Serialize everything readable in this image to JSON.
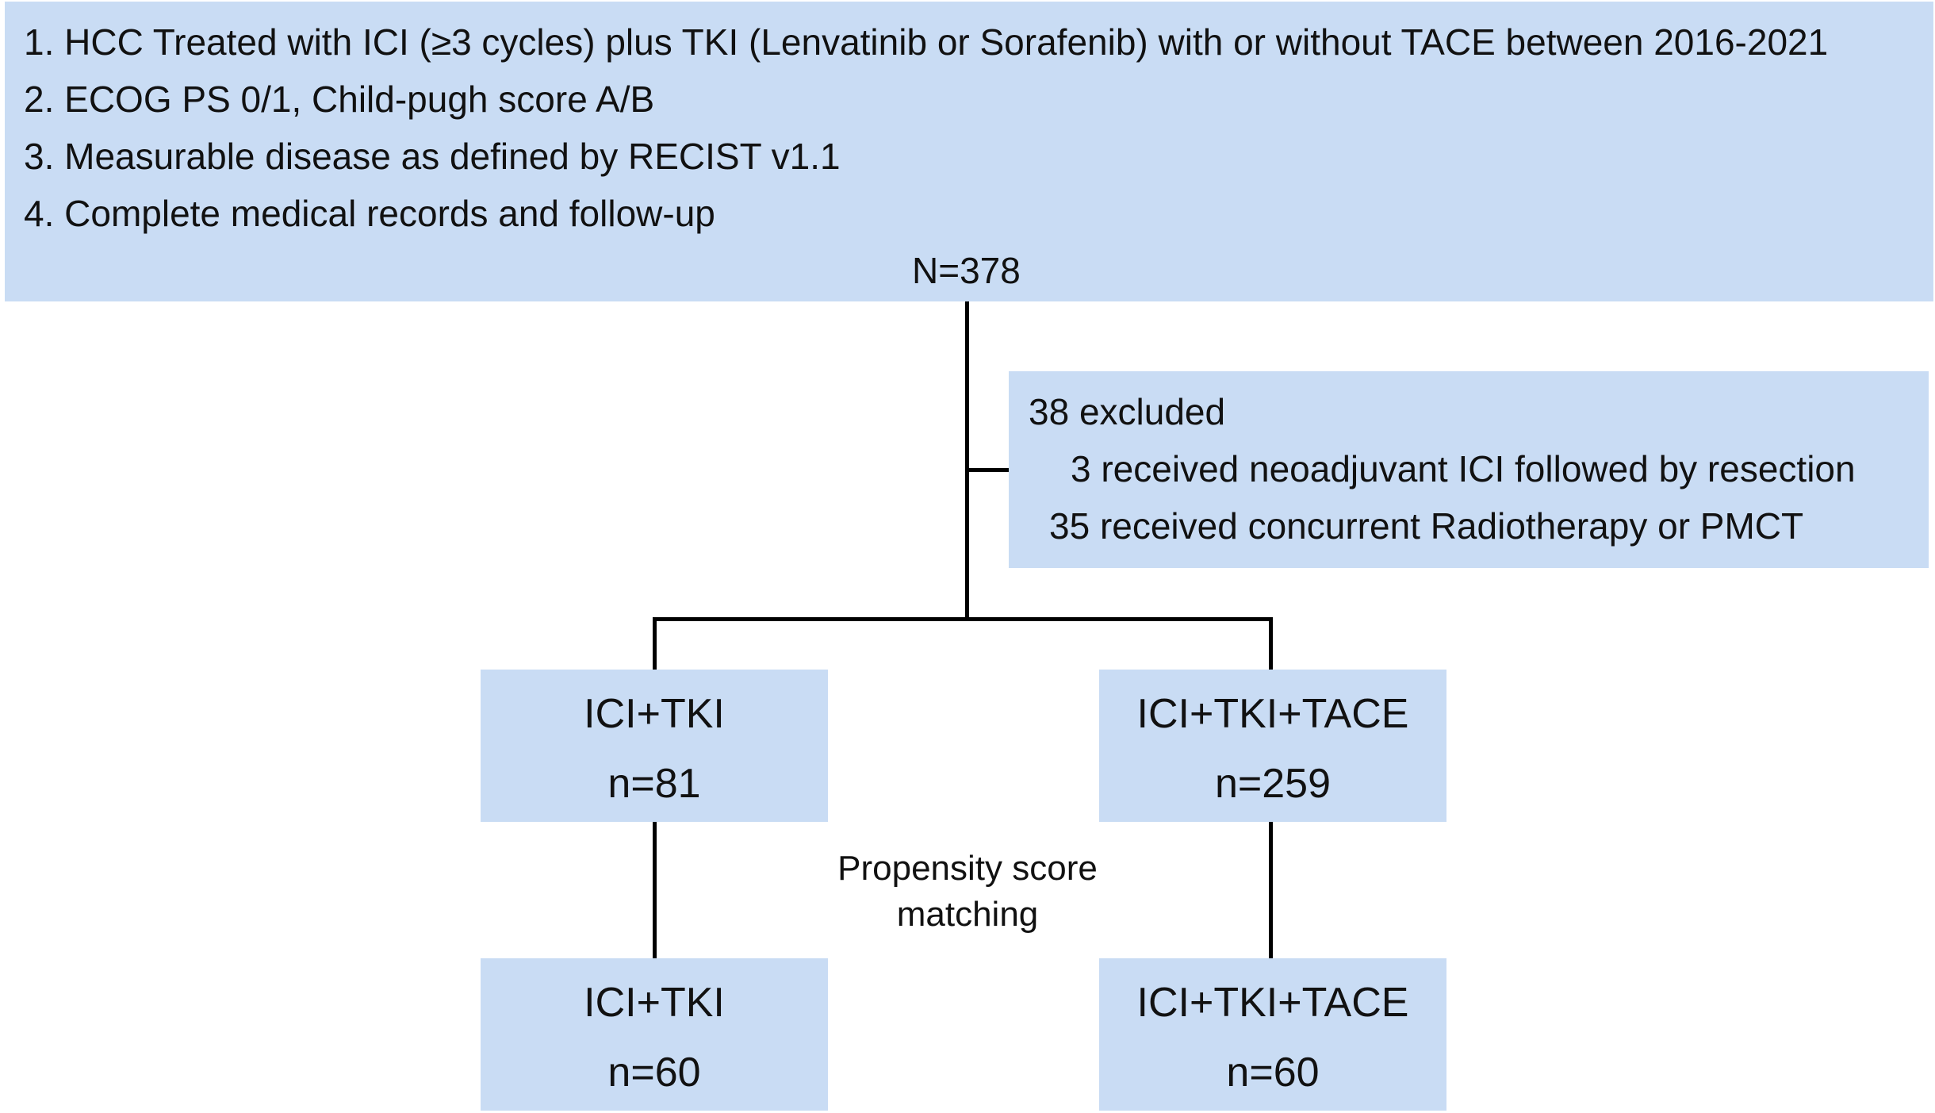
{
  "inclusion": {
    "criteria": [
      "1. HCC Treated with ICI (≥3 cycles) plus TKI (Lenvatinib or Sorafenib) with or without TACE between 2016-2021",
      "2. ECOG PS 0/1, Child-pugh score A/B",
      "3. Measurable disease as defined by RECIST v1.1",
      "4. Complete medical records and follow-up"
    ],
    "total": "N=378"
  },
  "exclusion": {
    "title": "38 excluded",
    "items": [
      "3 received neoadjuvant ICI followed by resection",
      "35 received concurrent Radiotherapy or PMCT"
    ]
  },
  "groups_before": [
    {
      "label": "ICI+TKI",
      "count": "n=81"
    },
    {
      "label": "ICI+TKI+TACE",
      "count": "n=259"
    }
  ],
  "matching_label": "Propensity score matching",
  "groups_after": [
    {
      "label": "ICI+TKI",
      "count": "n=60"
    },
    {
      "label": "ICI+TKI+TACE",
      "count": "n=60"
    }
  ],
  "colors": {
    "box_fill": "#c9dcf4",
    "connector": "#000000"
  }
}
